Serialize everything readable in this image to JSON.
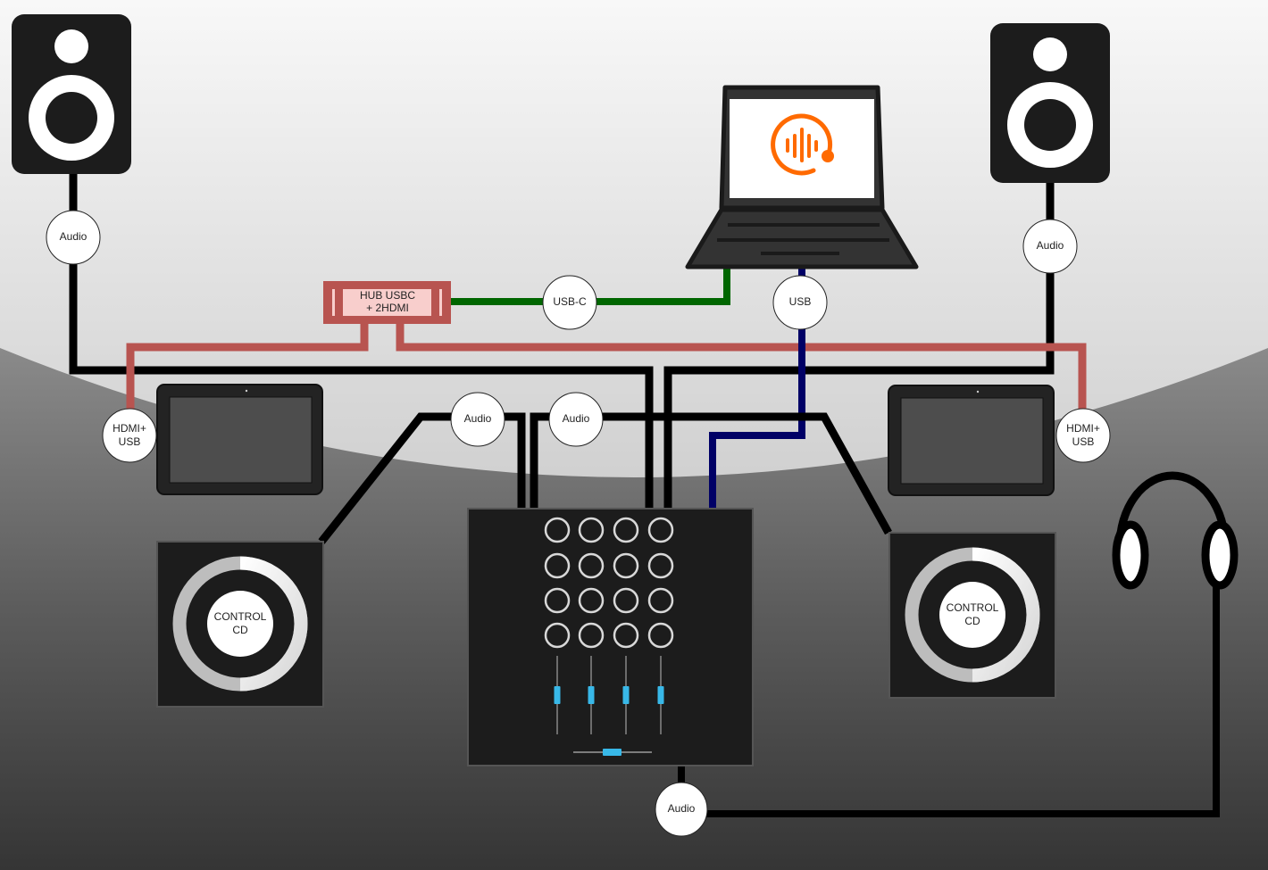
{
  "diagram": {
    "title": "DJ setup wiring diagram",
    "colors": {
      "audio_cable": "#000000",
      "hdmi_usb_cable": "#b85450",
      "usb_c_cable": "#006600",
      "usb_cable": "#000066",
      "device_dark": "#1c1c1c",
      "hub_fill": "#f8cecc",
      "accent_orange": "#ff6a00",
      "fader_blue": "#38b8e8"
    },
    "devices": {
      "speaker_left": "Speaker (left)",
      "speaker_right": "Speaker (right)",
      "laptop": "Laptop",
      "laptop_logo": "audio-wave-logo-icon",
      "hub": {
        "line1": "HUB USBC",
        "line2": "+ 2HDMI"
      },
      "tablet_left": "Tablet (left)",
      "tablet_right": "Tablet (right)",
      "cd_left": {
        "line1": "CONTROL",
        "line2": "CD"
      },
      "cd_right": {
        "line1": "CONTROL",
        "line2": "CD"
      },
      "mixer": {
        "knob_rows": 4,
        "knob_cols": 4,
        "channel_faders": 4,
        "crossfader": 1
      },
      "headphones": "Headphones"
    },
    "connections": {
      "audio_speaker_left": "Audio",
      "audio_speaker_right": "Audio",
      "usb_c": "USB-C",
      "usb": "USB",
      "hdmi_left": {
        "line1": "HDMI+",
        "line2": "USB"
      },
      "hdmi_right": {
        "line1": "HDMI+",
        "line2": "USB"
      },
      "audio_cd_left": "Audio",
      "audio_cd_right": "Audio",
      "audio_headphones": "Audio"
    }
  }
}
